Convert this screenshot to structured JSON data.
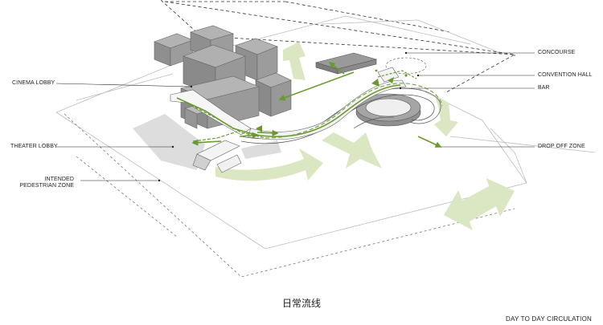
{
  "labels": {
    "concourse": "CONCOURSE",
    "convention_hall": "CONVENTION HALL",
    "bar": "BAR",
    "drop_off_zone": "DROP OFF ZONE",
    "cinema_lobby": "CINEMA LOBBY",
    "theater_lobby": "THEATER LOBBY",
    "pedestrian_zone_line1": "INTENDED",
    "pedestrian_zone_line2": "PEDESTRIAN ZONE"
  },
  "title_cn": "日常流线",
  "title_en": "DAY TO DAY CIRCULATION",
  "colors": {
    "arrow_green": "#6a9a2e",
    "pale_green": "#dbe6c2",
    "building_top": "#a7a7a7",
    "building_side": "#8a8a8a",
    "ground_shadow": "#dcdcdc",
    "outline": "#555555"
  }
}
